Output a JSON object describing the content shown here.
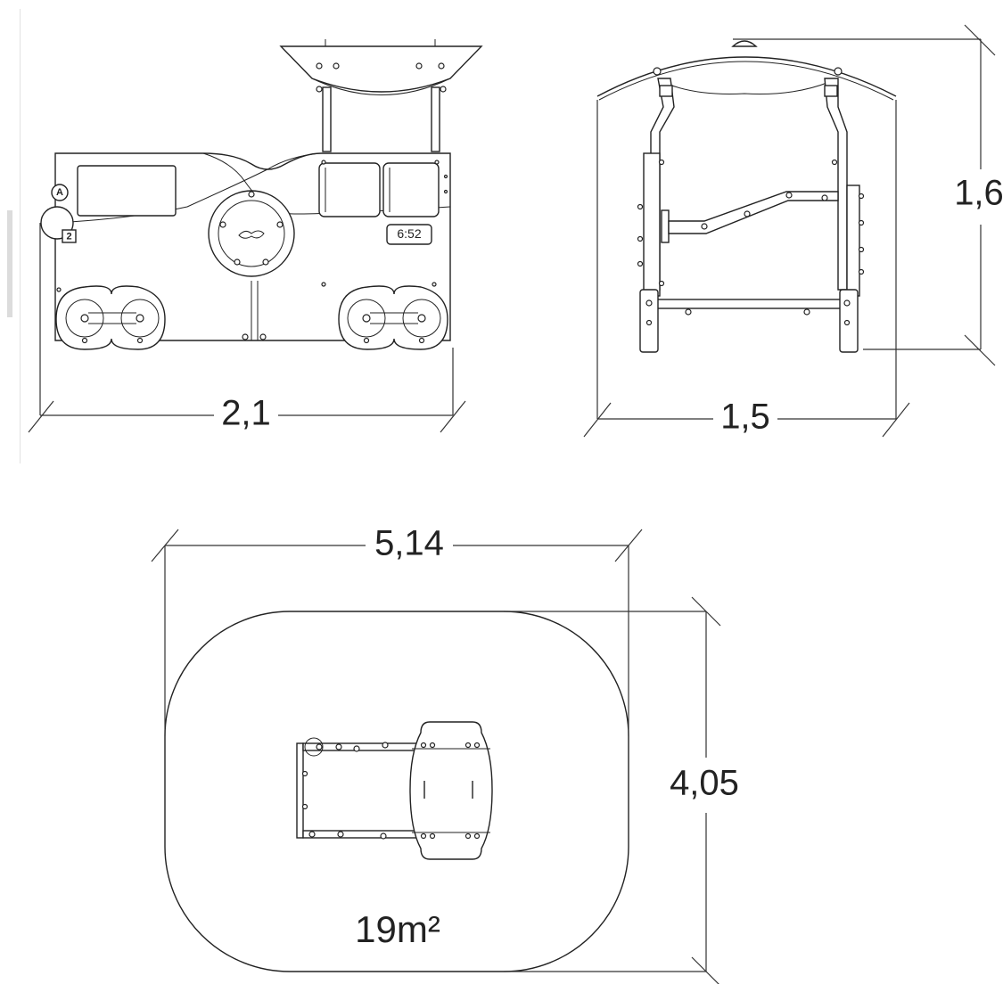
{
  "front_view": {
    "width_label": "2,1",
    "clock_label": "6:52",
    "number_label": "2",
    "letter_label": "A"
  },
  "side_view": {
    "width_label": "1,5",
    "height_label": "1,6"
  },
  "plan_view": {
    "width_label": "5,14",
    "depth_label": "4,05",
    "area_label": "19m²"
  }
}
